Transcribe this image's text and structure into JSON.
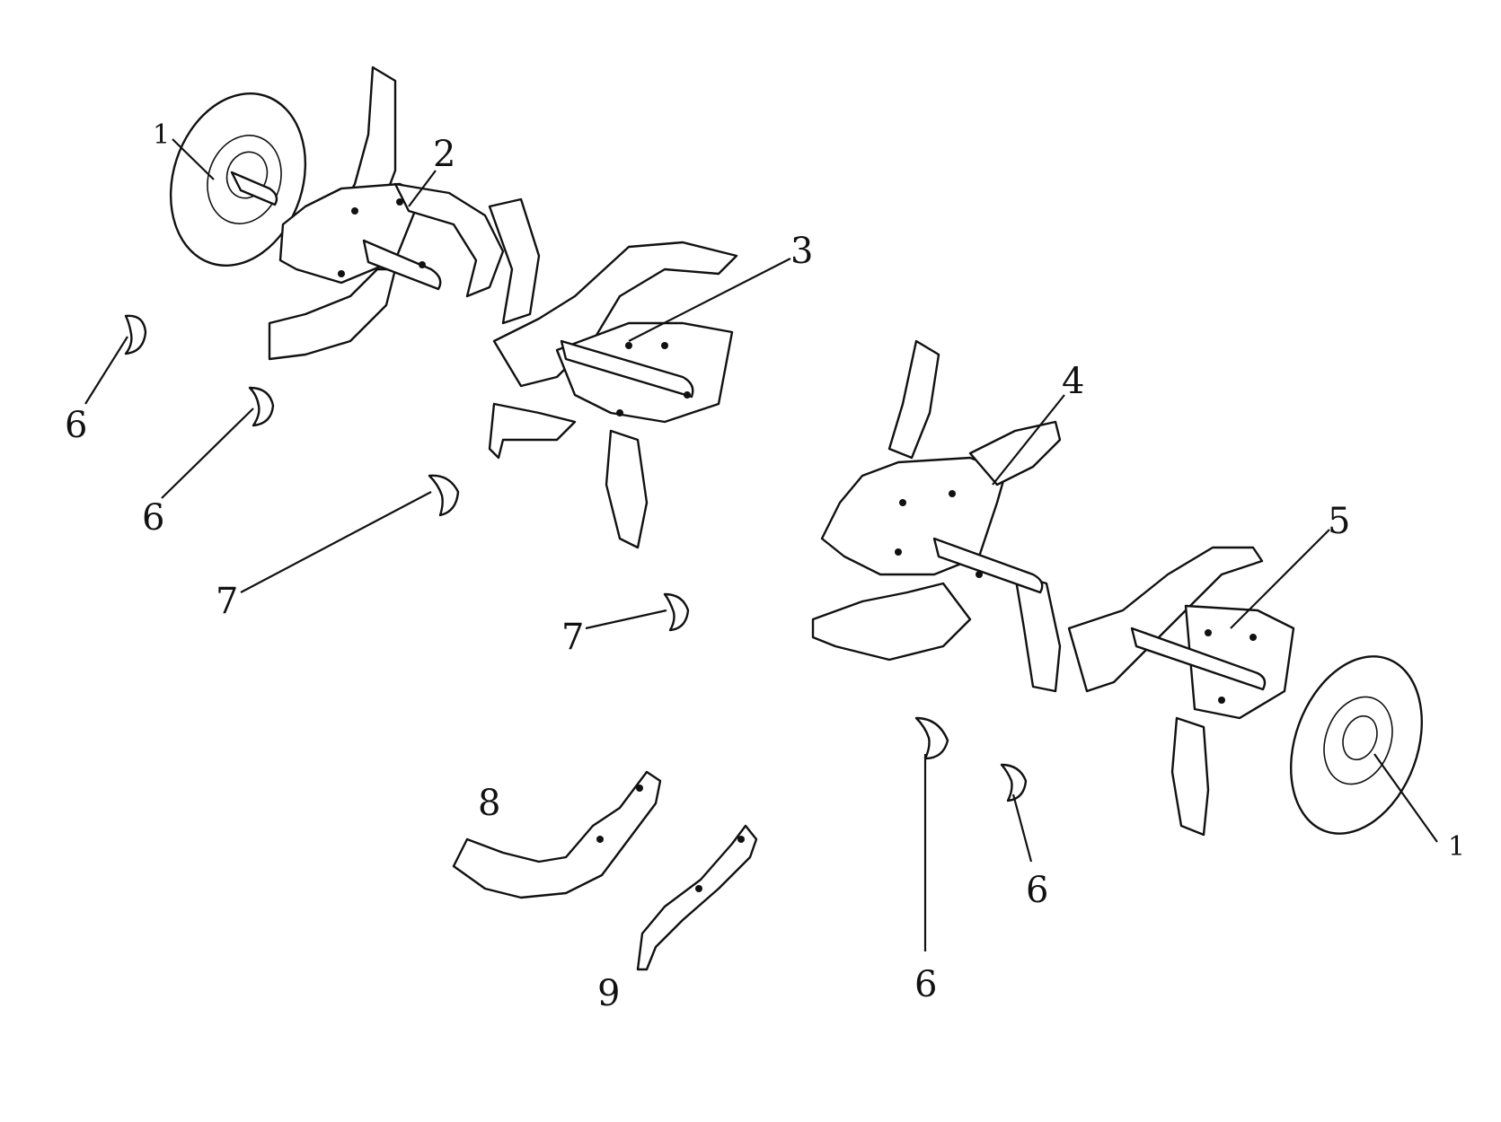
{
  "diagram": {
    "colors": {
      "line": "#111111",
      "background": "#ffffff"
    },
    "callouts": [
      {
        "id": "1a",
        "text": "1"
      },
      {
        "id": "2",
        "text": "2"
      },
      {
        "id": "3",
        "text": "3"
      },
      {
        "id": "4",
        "text": "4"
      },
      {
        "id": "5",
        "text": "5"
      },
      {
        "id": "6a",
        "text": "6"
      },
      {
        "id": "6b",
        "text": "6"
      },
      {
        "id": "7a",
        "text": "7"
      },
      {
        "id": "7b",
        "text": "7"
      },
      {
        "id": "8",
        "text": "8"
      },
      {
        "id": "9",
        "text": "9"
      },
      {
        "id": "6c",
        "text": "6"
      },
      {
        "id": "6d",
        "text": "6"
      },
      {
        "id": "1b",
        "text": "1"
      }
    ]
  }
}
